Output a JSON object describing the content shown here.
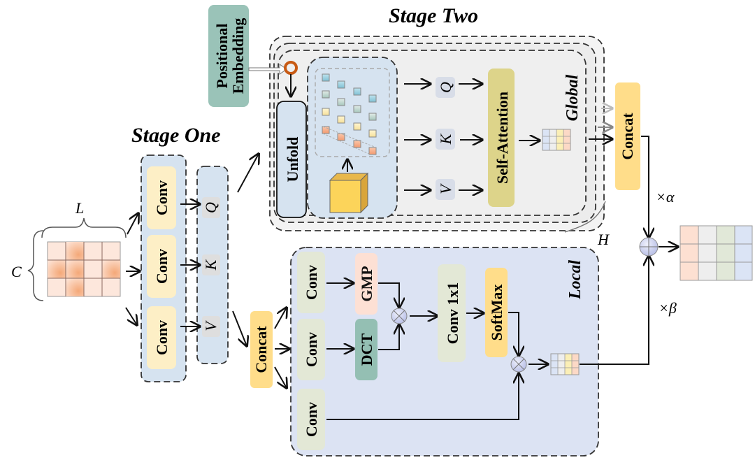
{
  "diagram": {
    "stage_one": {
      "title": "Stage One",
      "input_labels": {
        "length": "L",
        "channels": "C"
      },
      "conv_blocks": [
        "Conv",
        "Conv",
        "Conv"
      ],
      "qkv": [
        "Q",
        "K",
        "V"
      ],
      "concat": "Concat"
    },
    "stage_two": {
      "title": "Stage Two",
      "positional_embedding": [
        "Positional",
        "Embedding"
      ],
      "unfold": "Unfold",
      "qkv": [
        "Q",
        "K",
        "V"
      ],
      "self_attention": "Self-Attention",
      "global_label": "Global",
      "heads_label": "H",
      "concat": "Concat"
    },
    "local_branch": {
      "local_label": "Local",
      "conv_blocks": [
        "Conv",
        "Conv",
        "Conv"
      ],
      "gmp": "GMP",
      "dct": "DCT",
      "conv1x1": "Conv 1x1",
      "softmax": "SoftMax"
    },
    "fusion": {
      "alpha": "×α",
      "beta": "×β"
    },
    "colors": {
      "stage_one_bg": "#d6e3f0",
      "conv_yellow": "#fdefc6",
      "qkv_grey": "#dedede",
      "concat_orange": "#ffdd8a",
      "global_bg": "#efefef",
      "local_bg": "#dce3f3",
      "local_conv": "#e3e8d6",
      "gmp": "#fde0d4",
      "dct": "#94bfb3",
      "softmax": "#ffdd8a",
      "self_attention": "#ddd48a",
      "pos_embedding": "#9ac3b8",
      "ring": "#c85a14"
    }
  }
}
